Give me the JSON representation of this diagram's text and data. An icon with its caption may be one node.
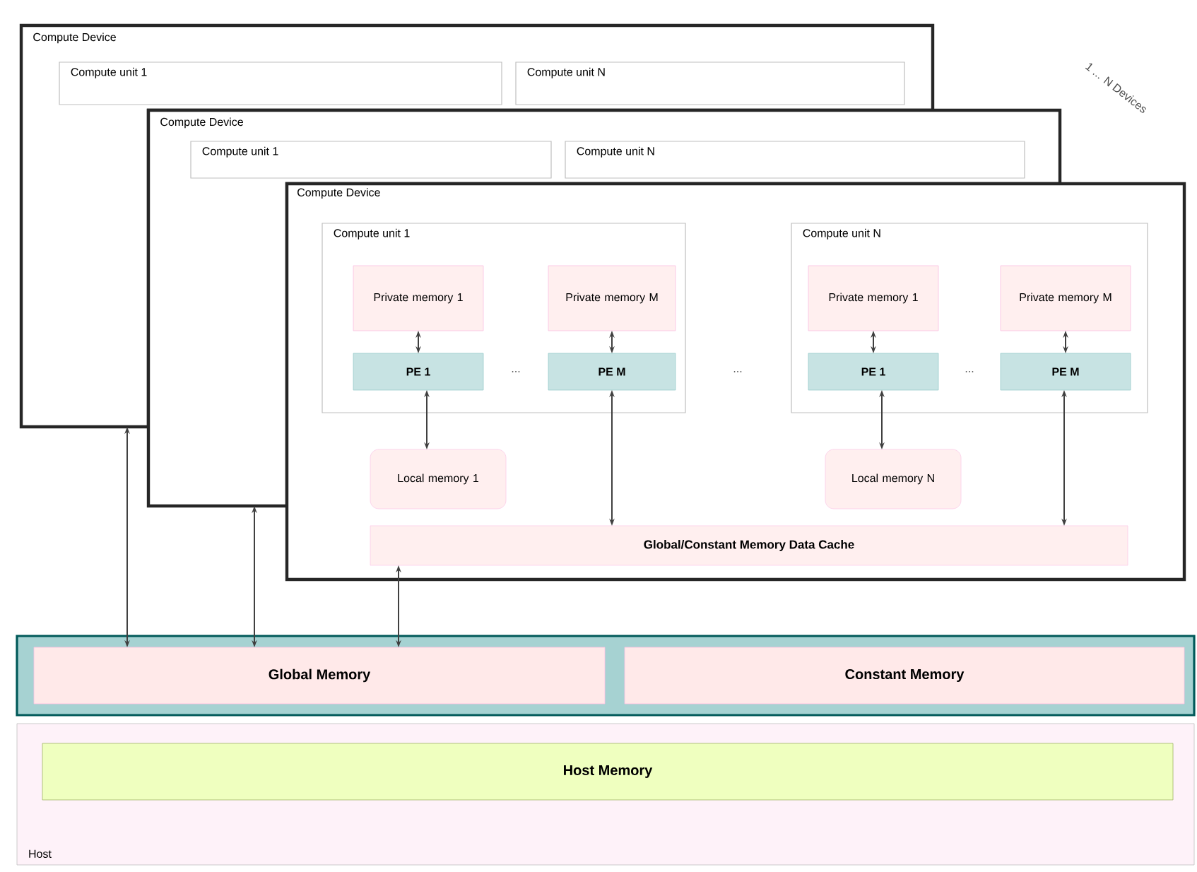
{
  "diagram": {
    "nodes": [
      {
        "text": [
          "Compute Device"
        ]
      },
      {
        "text": [
          "Compute unit 1"
        ],
        "in": 0
      },
      {
        "text": [
          "Compute unit N"
        ],
        "in": 0
      },
      {
        "text": [
          "Compute Device"
        ]
      },
      {
        "text": [
          "Compute unit 1"
        ],
        "in": 3
      },
      {
        "text": [
          "Compute unit N"
        ],
        "in": 3
      },
      {
        "text": [
          "Compute Device"
        ]
      },
      {
        "text": [
          "Compute unit 1"
        ],
        "in": 6
      },
      {
        "text": [
          "Private memory 1"
        ],
        "in": 7
      },
      {
        "text": [
          "Private memory M"
        ],
        "in": 7
      },
      {
        "text": [
          "PE 1"
        ],
        "in": 7
      },
      {
        "text": [
          "PE M"
        ],
        "in": 7
      },
      {
        "text": [
          "Compute unit N"
        ],
        "in": 6
      },
      {
        "text": [
          "Private memory 1"
        ],
        "in": 12
      },
      {
        "text": [
          "Private memory M"
        ],
        "in": 12
      },
      {
        "text": [
          "PE 1"
        ],
        "in": 12
      },
      {
        "text": [
          "PE M"
        ],
        "in": 12
      },
      {
        "text": [
          "Local memory 1"
        ],
        "in": 6
      },
      {
        "text": [
          "Local memory N"
        ],
        "in": 6
      },
      {
        "text": [
          "Global/Constant Memory Data Cache"
        ],
        "in": 6
      },
      {
        "text": [],
        "shape": "box"
      },
      {
        "text": [
          "Global Memory"
        ],
        "in": 20
      },
      {
        "text": [
          "Constant Memory"
        ],
        "in": 20
      },
      {
        "text": [
          "Host"
        ]
      },
      {
        "text": [
          "Host Memory"
        ],
        "in": 23
      }
    ],
    "edges": [
      {
        "from": 8,
        "to": 10,
        "arrow": "both"
      },
      {
        "from": 9,
        "to": 11,
        "arrow": "both"
      },
      {
        "from": 13,
        "to": 15,
        "arrow": "both"
      },
      {
        "from": 14,
        "to": 16,
        "arrow": "both"
      },
      {
        "from": 10,
        "to": 17,
        "arrow": "both"
      },
      {
        "from": 11,
        "to": 19,
        "arrow": "both"
      },
      {
        "from": 15,
        "to": 18,
        "arrow": "both"
      },
      {
        "from": 16,
        "to": 19,
        "arrow": "both"
      },
      {
        "from": 0,
        "to": 21,
        "arrow": "both"
      },
      {
        "from": 3,
        "to": 21,
        "arrow": "both"
      },
      {
        "from": 19,
        "to": 21,
        "arrow": "both"
      }
    ],
    "labels": [
      "...",
      "...",
      "...",
      "1 ... N Devices"
    ]
  }
}
